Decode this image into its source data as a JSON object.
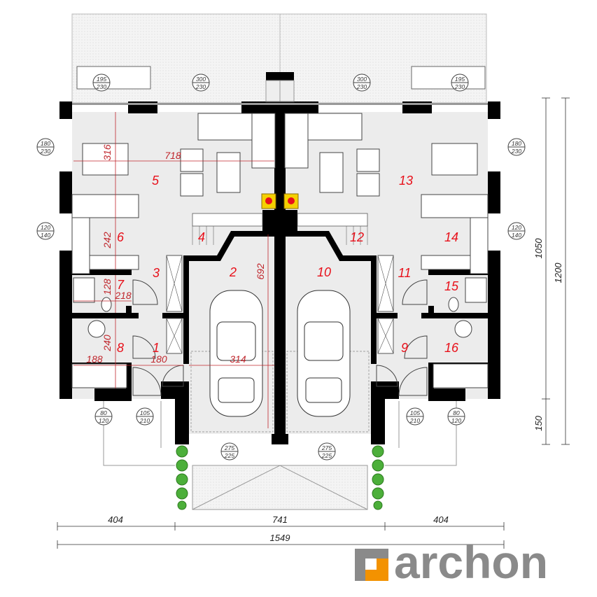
{
  "rooms": [
    "1",
    "2",
    "3",
    "4",
    "5",
    "6",
    "7",
    "8",
    "9",
    "10",
    "11",
    "12",
    "13",
    "14",
    "15",
    "16"
  ],
  "interior_dims": {
    "d316": "316",
    "d718": "718",
    "d242": "242",
    "d128": "128",
    "d218": "218",
    "d240": "240",
    "d188": "188",
    "d180": "180",
    "d314": "314",
    "d692": "692"
  },
  "windows": [
    {
      "w": "195",
      "h": "230"
    },
    {
      "w": "300",
      "h": "230"
    },
    {
      "w": "300",
      "h": "230"
    },
    {
      "w": "195",
      "h": "230"
    },
    {
      "w": "180",
      "h": "230"
    },
    {
      "w": "180",
      "h": "230"
    },
    {
      "w": "120",
      "h": "140"
    },
    {
      "w": "120",
      "h": "140"
    },
    {
      "w": "80",
      "h": "120"
    },
    {
      "w": "105",
      "h": "210"
    },
    {
      "w": "105",
      "h": "210"
    },
    {
      "w": "80",
      "h": "120"
    },
    {
      "w": "275",
      "h": "225"
    },
    {
      "w": "275",
      "h": "225"
    }
  ],
  "overall_dims": {
    "left": "404",
    "middle": "741",
    "right": "404",
    "total": "1549",
    "height_main": "1050",
    "height_total": "1200",
    "height_porch": "150"
  },
  "logo": {
    "text": "archon",
    "accent": "#f39200",
    "gray": "#8a8a8a"
  },
  "colors": {
    "wall": "#000000",
    "floor": "#ececec",
    "dimension": "#c0272d",
    "room_number": "#e8101a",
    "plant": "#4caf3a",
    "fireplace": "#f5d000"
  }
}
